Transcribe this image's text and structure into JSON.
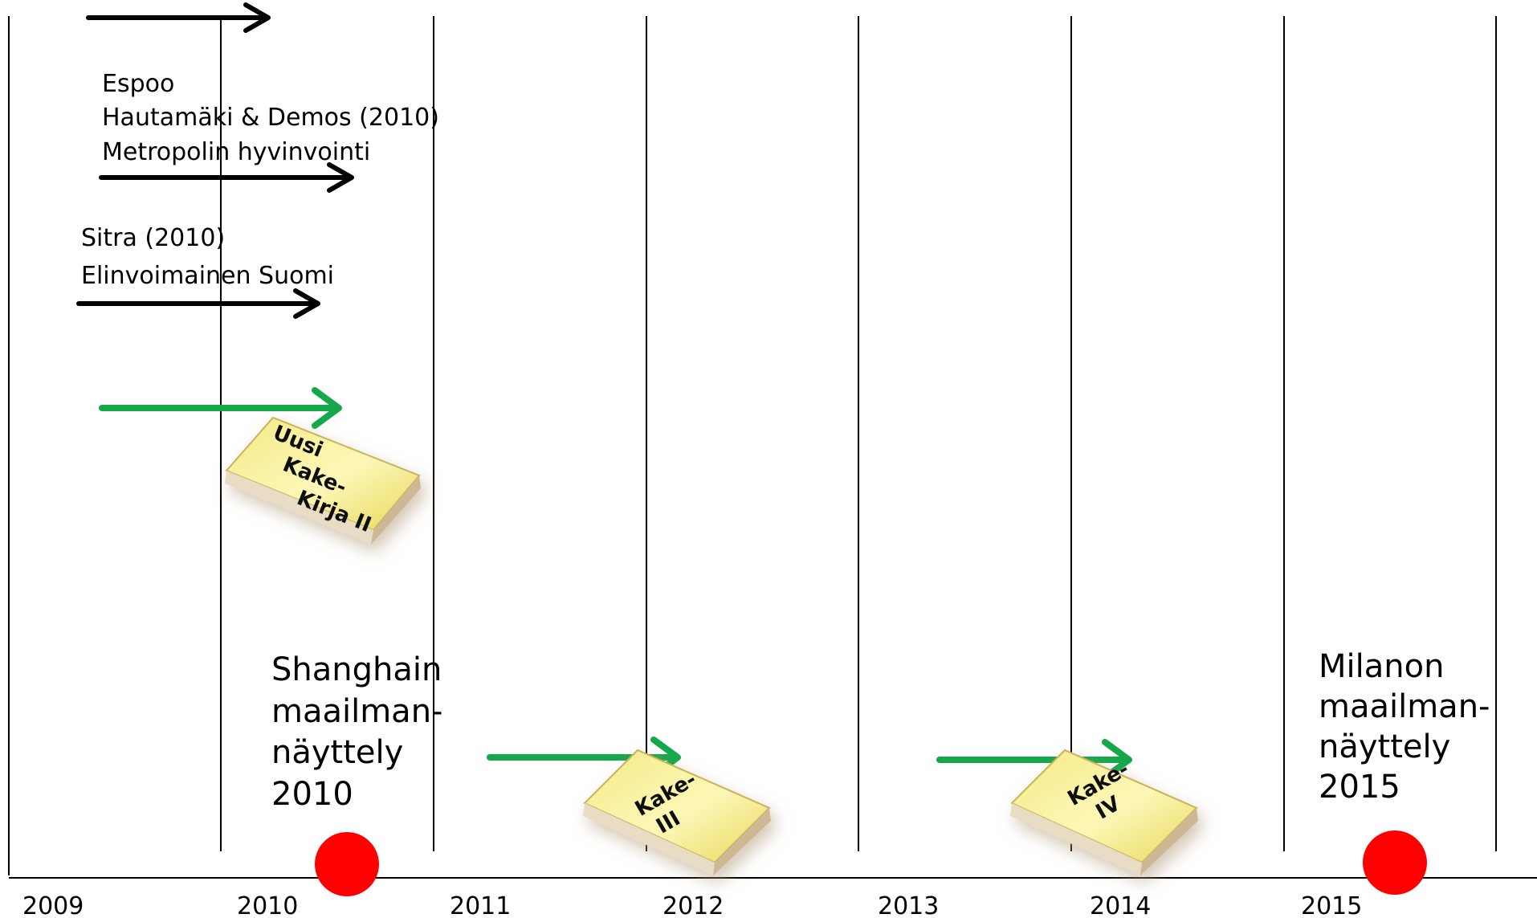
{
  "colors": {
    "line": "#000000",
    "arrow_black": "#000000",
    "arrow_green": "#14a84a",
    "milestone": "#ff0000",
    "book_face": "#eee36a",
    "book_face_light": "#fbf6b4",
    "book_edge": "#d9c9a8"
  },
  "years": [
    "2009",
    "2010",
    "2011",
    "2012",
    "2013",
    "2014",
    "2015"
  ],
  "annotations": {
    "espoo": [
      "Espoo",
      "Hautamäki & Demos (2010)",
      "Metropolin hyvinvointi"
    ],
    "sitra": [
      "Sitra (2010)",
      "Elinvoimainen Suomi"
    ]
  },
  "books": [
    {
      "lines": [
        "Uusi",
        "Kake-",
        "Kirja II"
      ]
    },
    {
      "lines": [
        "Kake-",
        "III"
      ]
    },
    {
      "lines": [
        "Kake-",
        "IV"
      ]
    }
  ],
  "expos": [
    {
      "lines": [
        "Shanghain",
        "maailman-",
        "näyttely",
        "2010"
      ]
    },
    {
      "lines": [
        "Milanon",
        "maailman-",
        "näyttely",
        "2015"
      ]
    }
  ]
}
